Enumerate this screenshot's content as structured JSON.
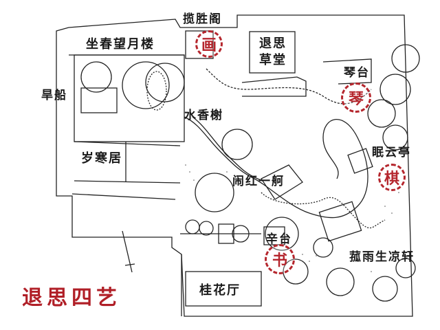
{
  "title": "退思四艺",
  "colors": {
    "accent_red": "#b5262d",
    "title_red": "#b01f27",
    "ink": "#1a1a1a",
    "paper": "#ffffff"
  },
  "buildings": [
    {
      "id": "lansheng",
      "label": "揽胜阁"
    },
    {
      "id": "zuochun",
      "label": "坐春望月楼"
    },
    {
      "id": "hanchuan",
      "label": "旱船"
    },
    {
      "id": "tuisi",
      "label": "退思草堂"
    },
    {
      "id": "qintai",
      "label": "琴台"
    },
    {
      "id": "shuixiang",
      "label": "水香榭"
    },
    {
      "id": "buhan",
      "label": "岁寒居"
    },
    {
      "id": "mianyun",
      "label": "眠云亭"
    },
    {
      "id": "naohong",
      "label": "闹红一舸"
    },
    {
      "id": "xintai",
      "label": "辛台"
    },
    {
      "id": "gu_yu",
      "label": "菰雨生凉轩"
    },
    {
      "id": "guihua",
      "label": "桂花厅"
    }
  ],
  "arts": [
    {
      "id": "hua",
      "glyph": "画",
      "meaning": "painting"
    },
    {
      "id": "qin",
      "glyph": "琴",
      "meaning": "music"
    },
    {
      "id": "qi",
      "glyph": "棋",
      "meaning": "chess"
    },
    {
      "id": "shu",
      "glyph": "书",
      "meaning": "calligraphy"
    }
  ]
}
